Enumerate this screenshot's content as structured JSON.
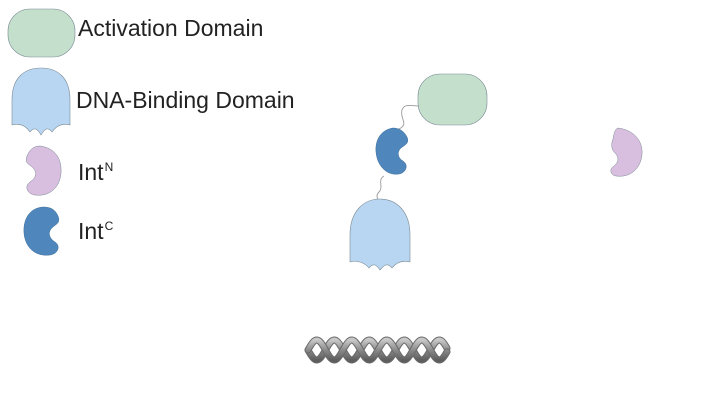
{
  "legend": {
    "activation_domain": {
      "label": "Activation Domain"
    },
    "dna_binding_domain": {
      "label": "DNA-Binding Domain"
    },
    "int_n": {
      "base": "Int",
      "sup": "N"
    },
    "int_c": {
      "base": "Int",
      "sup": "C"
    }
  },
  "colors": {
    "activation_domain": "#c4e0cc",
    "dna_binding_domain": "#b8d6f2",
    "int_n": "#d8bedf",
    "int_c": "#4f86bb",
    "outline": "#7a8a94",
    "linker": "#9a9a9a",
    "dna_strand": "#8e8e8e"
  },
  "icons": [
    "activation-domain-icon",
    "dna-binding-domain-icon",
    "int-n-icon",
    "int-c-icon",
    "dna-helix-icon"
  ]
}
